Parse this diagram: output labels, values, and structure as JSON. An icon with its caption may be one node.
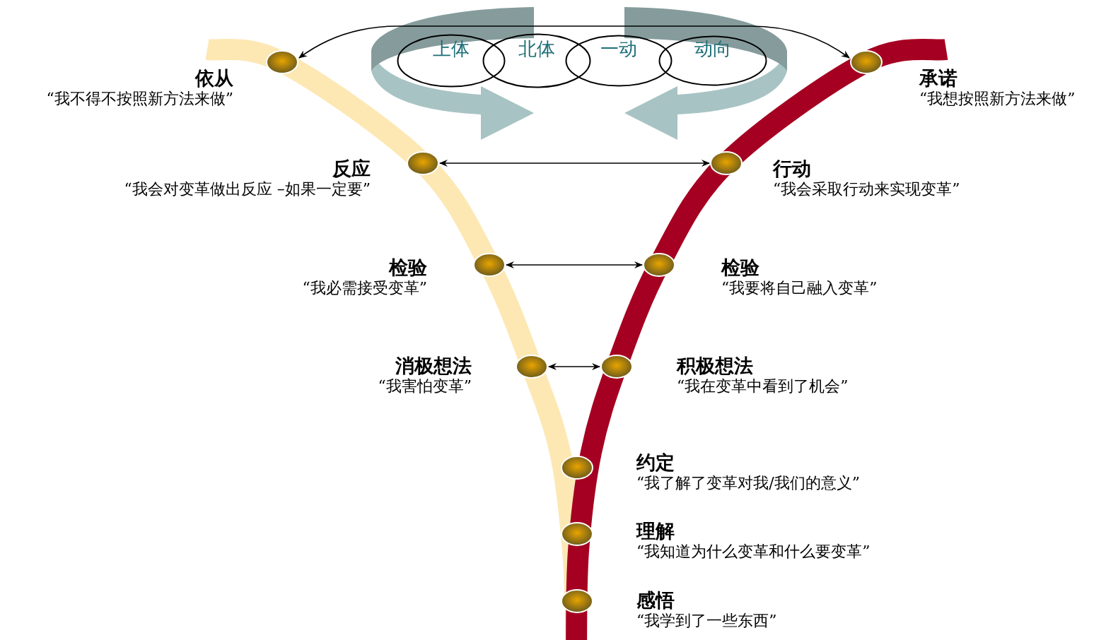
{
  "diagram": {
    "nodes": [
      {
        "text": [
          "上体"
        ]
      },
      {
        "text": [
          "北体"
        ]
      },
      {
        "text": [
          "一动"
        ]
      },
      {
        "text": [
          "动向"
        ]
      },
      {
        "text": [],
        "shape": "circle",
        "beside": [
          "依从",
          "“我不得不按照新方法来做”"
        ]
      },
      {
        "text": [],
        "shape": "circle",
        "beside": [
          "承诺",
          "“我想按照新方法来做”"
        ]
      },
      {
        "text": [],
        "shape": "circle",
        "beside": [
          "反应",
          "“我会对变革做出反应 –如果一定要”"
        ]
      },
      {
        "text": [],
        "shape": "circle",
        "beside": [
          "行动",
          "“我会采取行动来实现变革”"
        ]
      },
      {
        "text": [],
        "shape": "circle",
        "beside": [
          "检验",
          "“我必需接受变革”"
        ]
      },
      {
        "text": [],
        "shape": "circle",
        "beside": [
          "检验",
          "“我要将自己融入变革”"
        ]
      },
      {
        "text": [],
        "shape": "circle",
        "beside": [
          "消极想法",
          "“我害怕变革”"
        ]
      },
      {
        "text": [],
        "shape": "circle",
        "beside": [
          "积极想法",
          "“我在变革中看到了机会”"
        ]
      },
      {
        "text": [],
        "shape": "circle",
        "beside": [
          "约定",
          "“我了解了变革对我/我们的意义”"
        ]
      },
      {
        "text": [],
        "shape": "circle",
        "beside": [
          "理解",
          "“我知道为什么变革和什么要变革”"
        ]
      },
      {
        "text": [],
        "shape": "circle",
        "beside": [
          "感悟",
          "“我学到了一些东西”"
        ]
      }
    ],
    "edges": [
      {
        "from": 4,
        "to": 5,
        "arrow": "both"
      },
      {
        "from": 6,
        "to": 7,
        "arrow": "both"
      },
      {
        "from": 8,
        "to": 9,
        "arrow": "both"
      },
      {
        "from": 10,
        "to": 11,
        "arrow": "both"
      }
    ]
  }
}
